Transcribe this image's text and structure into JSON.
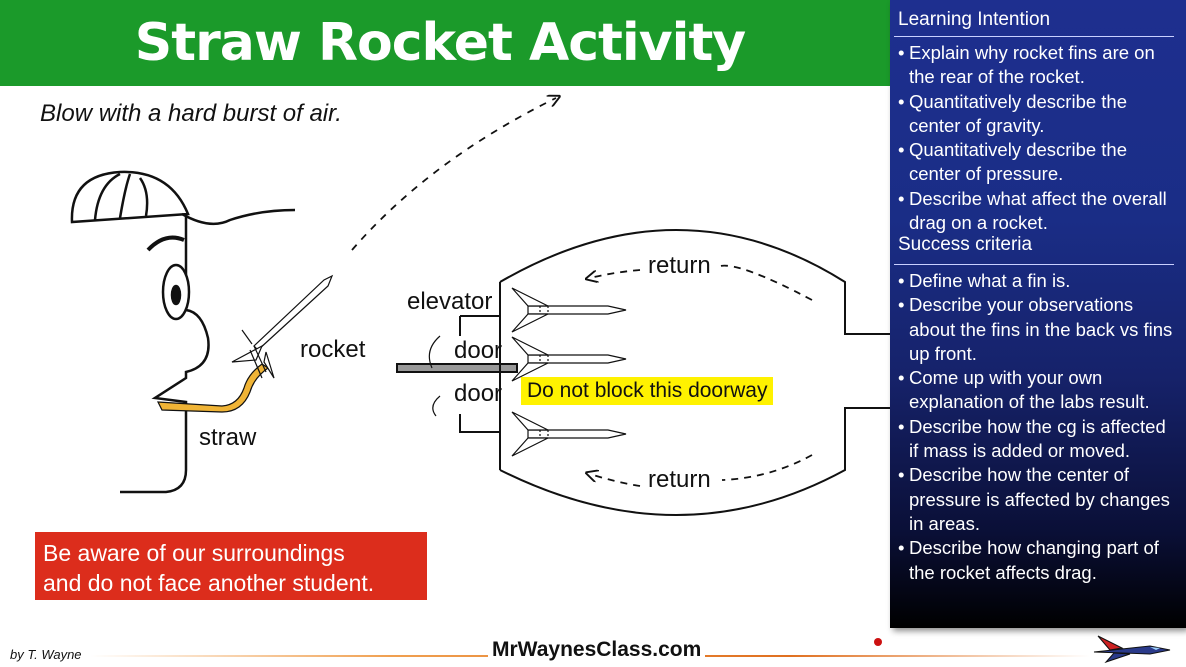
{
  "title": "Straw Rocket Activity",
  "instruction": "Blow with a hard burst of air.",
  "labels": {
    "rocket": "rocket",
    "straw": "straw",
    "elevator": "elevator",
    "door_top": "door",
    "door_bottom": "door",
    "return_top": "return",
    "return_bottom": "return",
    "doorway_warning": "Do not block this doorway"
  },
  "warning_box": {
    "line1": "Be aware of our surroundings",
    "line2": "and do not face another student."
  },
  "side_panel": {
    "learning_heading": "Learning Intention",
    "learning_items": [
      "Explain why rocket fins are on the rear of the rocket.",
      "Quantitatively describe the center of gravity.",
      "Quantitatively describe the center of pressure.",
      "Describe what affect the overall drag on a rocket."
    ],
    "success_heading": "Success criteria",
    "success_items": [
      "Define what a fin is.",
      "Describe your observations about the fins in the back vs fins up front.",
      "Come up with your own explanation of the labs result.",
      "Describe how the cg is affected if mass is added or moved.",
      "Describe how the center of pressure is affected  by changes in areas.",
      "Describe how changing part of the rocket affects drag."
    ],
    "bullet": "•"
  },
  "footer": {
    "byline": "by T. Wayne",
    "site": "MrWaynesClass.com"
  },
  "colors": {
    "title_bar": "#1b9a2a",
    "warning_bg": "#dc2d1c",
    "highlight": "#fff200",
    "panel_top": "#1e2f8f",
    "panel_bottom": "#000000",
    "straw": "#f0b436"
  },
  "icons": [
    "jet-logo-icon"
  ]
}
